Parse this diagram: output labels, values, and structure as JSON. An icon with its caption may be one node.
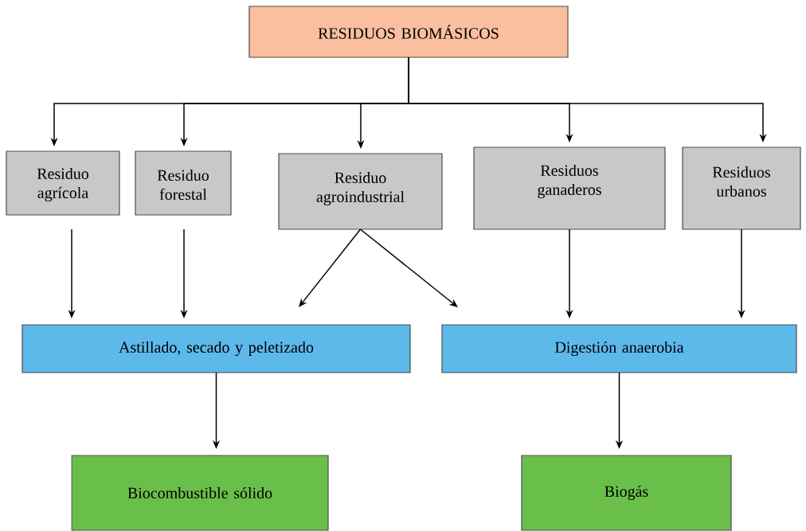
{
  "diagram": {
    "nodes": [
      {
        "text": [
          "RESIDUOS BIOMÁSICOS"
        ]
      },
      {
        "text": [
          "Residuo agrícola"
        ]
      },
      {
        "text": [
          "Residuo forestal"
        ]
      },
      {
        "text": [
          "Residuo agroindustrial"
        ]
      },
      {
        "text": [
          "Residuos ganaderos"
        ]
      },
      {
        "text": [
          "Residuos urbanos"
        ]
      },
      {
        "text": [
          "Astillado, secado y peletizado"
        ]
      },
      {
        "text": [
          "Digestión anaerobia"
        ]
      },
      {
        "text": [
          "Biocombustible sólido"
        ]
      },
      {
        "text": [
          "Biogás"
        ]
      }
    ],
    "edges": [
      {
        "from": 0,
        "to": 1,
        "arrow": "to"
      },
      {
        "from": 0,
        "to": 2,
        "arrow": "to"
      },
      {
        "from": 0,
        "to": 3,
        "arrow": "to"
      },
      {
        "from": 0,
        "to": 4,
        "arrow": "to"
      },
      {
        "from": 0,
        "to": 5,
        "arrow": "to"
      },
      {
        "from": 1,
        "to": 6,
        "arrow": "to"
      },
      {
        "from": 2,
        "to": 6,
        "arrow": "to"
      },
      {
        "from": 3,
        "to": 6,
        "arrow": "to"
      },
      {
        "from": 3,
        "to": 7,
        "arrow": "to"
      },
      {
        "from": 4,
        "to": 7,
        "arrow": "to"
      },
      {
        "from": 5,
        "to": 7,
        "arrow": "to"
      },
      {
        "from": 6,
        "to": 8,
        "arrow": "to"
      },
      {
        "from": 7,
        "to": 9,
        "arrow": "to"
      }
    ]
  }
}
